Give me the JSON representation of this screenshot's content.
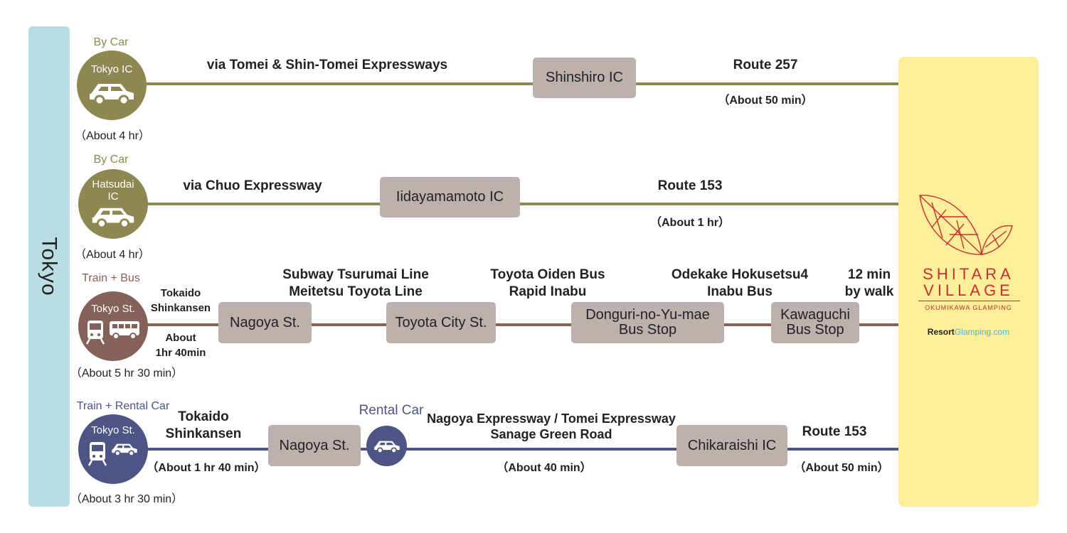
{
  "origin": {
    "label": "Tokyo"
  },
  "destination": {
    "logo_title_1": "SHITARA",
    "logo_title_2": "VILLAGE",
    "logo_subtitle": "OKUMIKAWA GLAMPING",
    "brand_part1": "Resort",
    "brand_part2": "Glamping.com"
  },
  "colors": {
    "car": "#8f8751",
    "train_bus": "#84625a",
    "rental": "#4c5584",
    "box": "#bdb1ad",
    "origin_bar": "#b9dde3",
    "destination_bar": "#fdee9a",
    "logo": "#c92f2f",
    "brand_accent": "#5bb3d6"
  },
  "routes": [
    {
      "mode": "By Car",
      "start": "Tokyo IC",
      "total": "（About 4 hr）",
      "icons": [
        "car-icon"
      ],
      "segments": {
        "leg1": "via Tomei & Shin-Tomei Expressways",
        "stop1": "Shinshiro IC",
        "leg2": "Route 257",
        "leg2_time": "（About 50 min）"
      }
    },
    {
      "mode": "By Car",
      "start_1": "Hatsudai",
      "start_2": "IC",
      "total": "（About 4 hr）",
      "icons": [
        "car-icon"
      ],
      "segments": {
        "leg1": "via Chuo Expressway",
        "stop1": "Iidayamamoto IC",
        "leg2": "Route 153",
        "leg2_time": "（About 1 hr）"
      }
    },
    {
      "mode": "Train + Bus",
      "start": "Tokyo St.",
      "total": "（About 5 hr 30 min）",
      "icons": [
        "train-icon",
        "bus-icon"
      ],
      "segments": {
        "leg1_1": "Tokaido",
        "leg1_2": "Shinkansen",
        "leg1_time_1": "About",
        "leg1_time_2": "1hr 40min",
        "stop1": "Nagoya St.",
        "leg2_1": "Subway Tsurumai Line",
        "leg2_2": "Meitetsu Toyota Line",
        "stop2": "Toyota City St.",
        "leg3_1": "Toyota Oiden Bus",
        "leg3_2": "Rapid Inabu",
        "stop3_1": "Donguri-no-Yu-mae",
        "stop3_2": "Bus Stop",
        "leg4_1": "Odekake Hokusetsu4",
        "leg4_2": "Inabu Bus",
        "stop4_1": "Kawaguchi",
        "stop4_2": "Bus Stop",
        "leg5_1": "12 min",
        "leg5_2": "by walk"
      }
    },
    {
      "mode": "Train + Rental Car",
      "start": "Tokyo St.",
      "total": "（About 3 hr 30 min）",
      "icons": [
        "train-icon",
        "car-icon"
      ],
      "segments": {
        "leg1_1": "Tokaido",
        "leg1_2": "Shinkansen",
        "leg1_time": "（About 1 hr 40 min）",
        "stop1": "Nagoya St.",
        "transfer_label": "Rental Car",
        "leg2_1": "Nagoya Expressway / Tomei Expressway",
        "leg2_2": "Sanage Green Road",
        "leg2_time": "（About 40 min）",
        "stop2": "Chikaraishi IC",
        "leg3": "Route 153",
        "leg3_time": "（About 50 min）"
      }
    }
  ]
}
